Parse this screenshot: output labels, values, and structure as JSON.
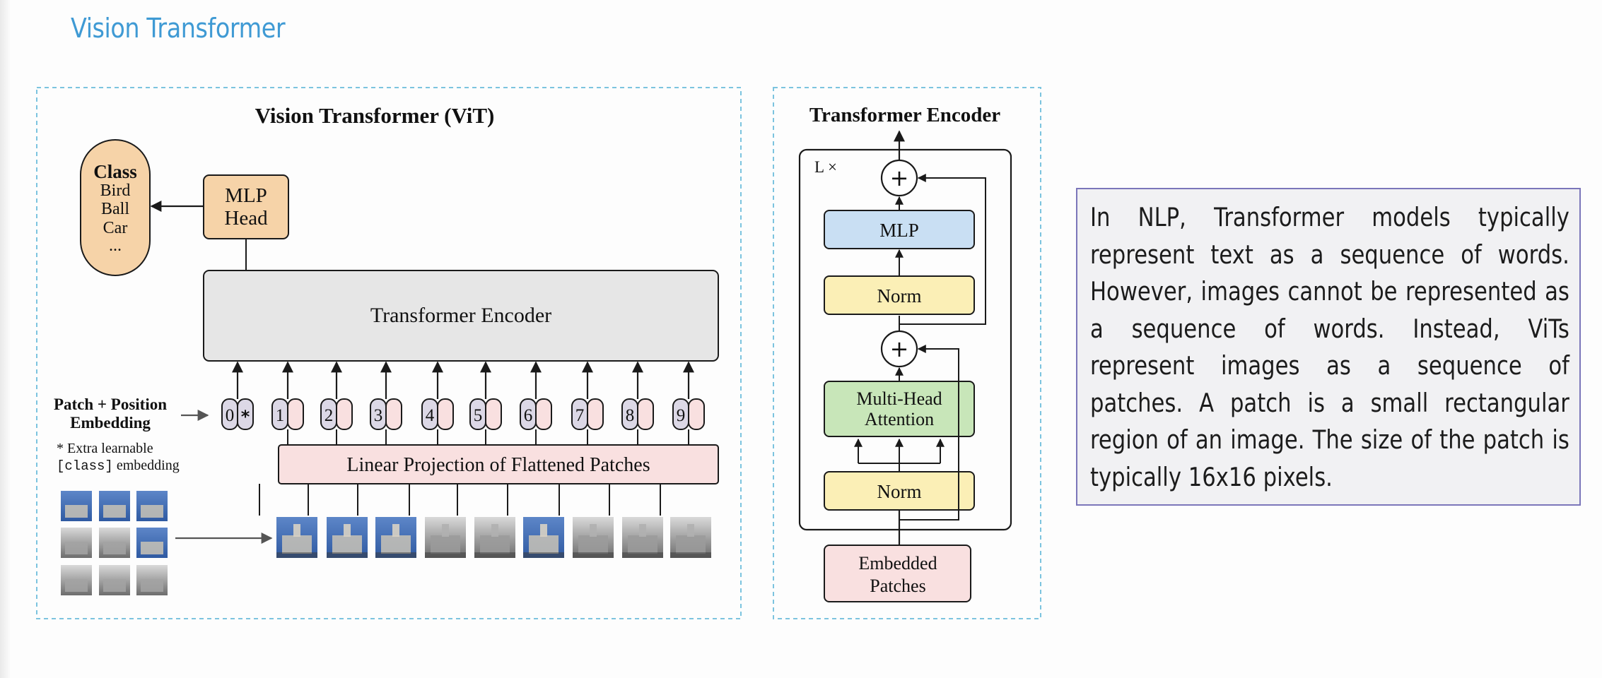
{
  "slide": {
    "title": "Vision Transformer"
  },
  "vit_panel": {
    "title": "Vision Transformer (ViT)",
    "class_box": {
      "heading": "Class",
      "items": [
        "Bird",
        "Ball",
        "Car",
        "..."
      ]
    },
    "mlp_head": [
      "MLP",
      "Head"
    ],
    "encoder_label": "Transformer Encoder",
    "embedding_label": [
      "Patch + Position",
      "Embedding"
    ],
    "extra_note": {
      "line1": "* Extra learnable",
      "line2_code": "[class]",
      "line2_rest": " embedding"
    },
    "projection_label": "Linear Projection of Flattened Patches",
    "position_tokens": [
      "0",
      "1",
      "2",
      "3",
      "4",
      "5",
      "6",
      "7",
      "8",
      "9"
    ],
    "class_token_symbol": "*"
  },
  "encoder_panel": {
    "title": "Transformer Encoder",
    "repeat_label": "L ×",
    "add_symbol": "+",
    "mlp_label": "MLP",
    "norm_label": "Norm",
    "attention_label": [
      "Multi-Head",
      "Attention"
    ],
    "embedded_label": [
      "Embedded",
      "Patches"
    ]
  },
  "explanation": {
    "text": "In NLP, Transformer models typically represent text as a sequence of words. However, images cannot be represented as a sequence of words. Instead, ViTs represent images as a sequence of patches. A patch is a small rectangular region of an image. The size of the patch is typically 16x16 pixels."
  },
  "colors": {
    "title_blue": "#3f9ad4",
    "dashed_border": "#7cc4df",
    "class_fill": "#f6d3a8",
    "mlp_head_fill": "#f6d3a8",
    "encoder_fill": "#e6e6e6",
    "projection_fill": "#f9e0e0",
    "token_fill": "#dcd8e6",
    "mlp_fill": "#c9dff3",
    "norm_fill": "#fbefb6",
    "attention_fill": "#c8e6b9",
    "embedded_fill": "#f9e0e0",
    "explain_border": "#7b76ba"
  }
}
